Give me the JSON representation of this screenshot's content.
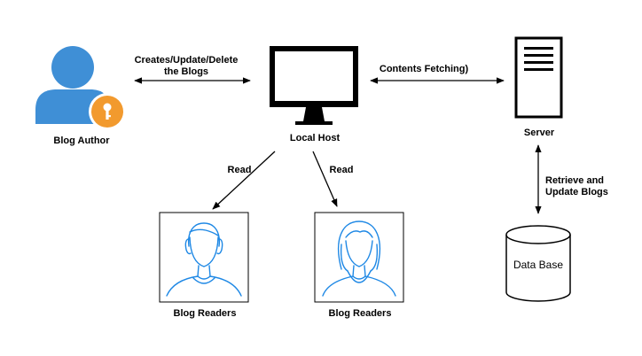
{
  "nodes": {
    "author": {
      "label": "Blog Author"
    },
    "local_host": {
      "label": "Local Host"
    },
    "server": {
      "label": "Server"
    },
    "database": {
      "label": "Data Base"
    },
    "reader_male": {
      "label": "Blog Readers"
    },
    "reader_female": {
      "label": "Blog Readers"
    }
  },
  "edges": {
    "author_localhost": {
      "label_line1": "Creates/Update/Delete",
      "label_line2": "the Blogs"
    },
    "localhost_server": {
      "label": "Contents Fetching)"
    },
    "localhost_reader_left": {
      "label": "Read"
    },
    "localhost_reader_right": {
      "label": "Read"
    },
    "server_database": {
      "label_line1": "Retrieve and",
      "label_line2": "Update Blogs"
    }
  },
  "colors": {
    "user_blue": "#3F8FD6",
    "key_orange": "#F29A2E",
    "monitor_black": "#000000",
    "server_outline": "#000000",
    "reader_stroke": "#1E88E5"
  }
}
